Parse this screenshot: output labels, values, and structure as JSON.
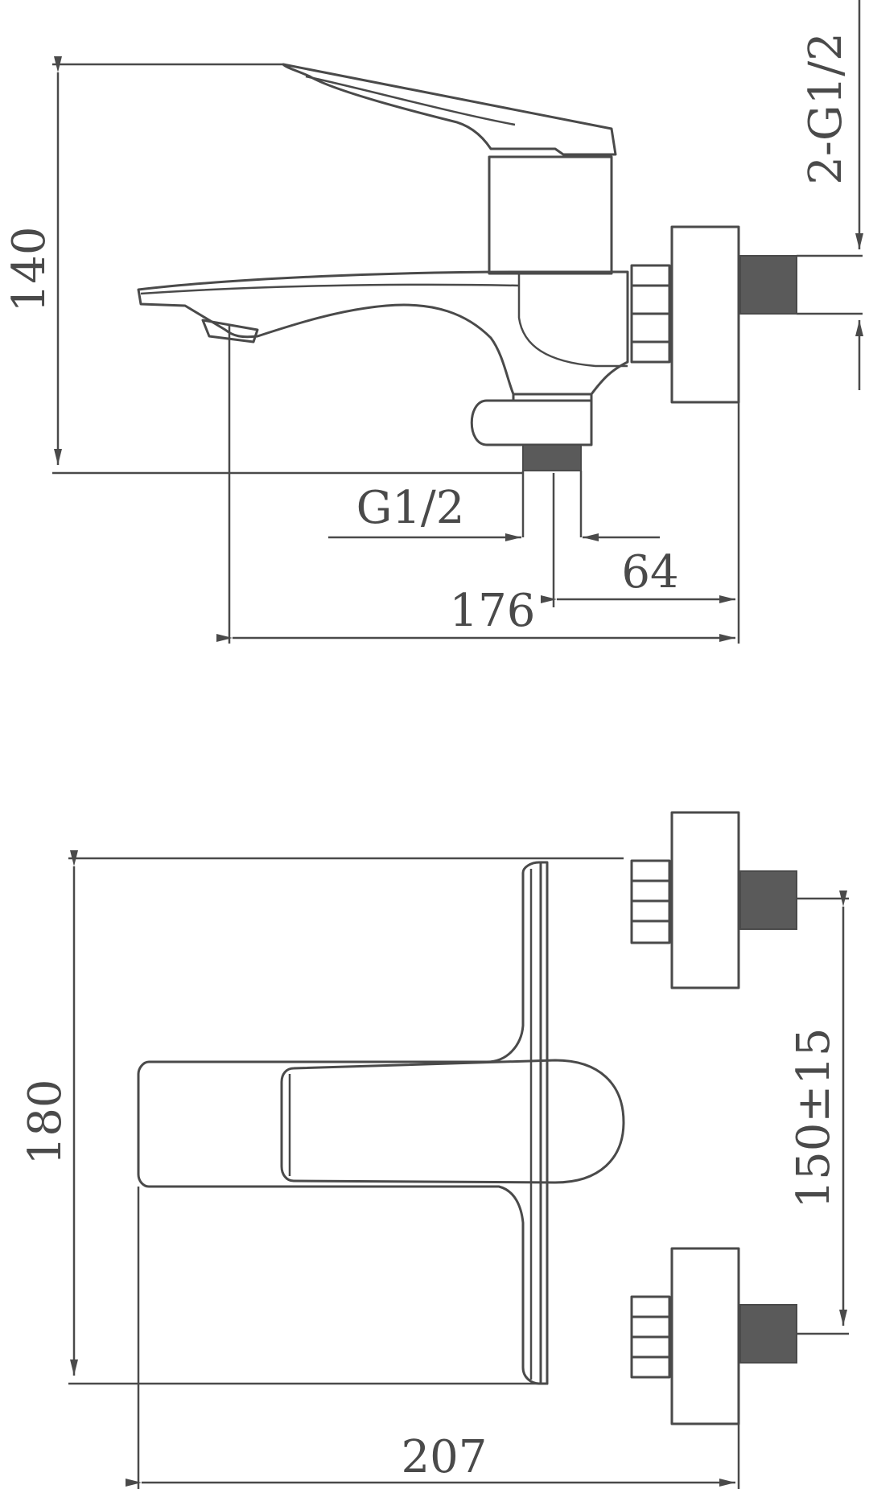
{
  "side_view": {
    "height_label": "140",
    "connection_label": "2-G1/2",
    "outlet_label": "G1/2",
    "offset_label": "64",
    "depth_label": "176"
  },
  "top_view": {
    "height_label": "180",
    "center_distance_label": "150±15",
    "width_label": "207"
  }
}
